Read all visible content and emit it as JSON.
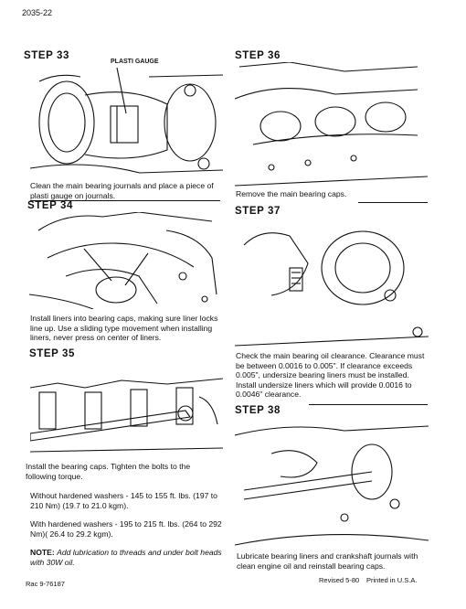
{
  "header": {
    "doc_number": "2035-22"
  },
  "steps": {
    "s33": {
      "label": "STEP 33",
      "callout": "PLASTI GAUGE",
      "text": "Clean the main bearing journals and place a piece of plasti gauge on journals."
    },
    "s34": {
      "label": "STEP 34",
      "text": "Install liners into bearing caps, making sure liner locks line up. Use a sliding type movement when installing liners, never press on center of liners."
    },
    "s35": {
      "label": "STEP 35",
      "text": "Install the bearing caps. Tighten the bolts to the following torque.",
      "torque_1": "Without hardened washers - 145 to 155 ft. lbs. (197 to 210 Nm) (19.7 to 21.0 kgm).",
      "torque_2": "With hardened washers - 195 to 215 ft. lbs. (264 to 292 Nm)( 26.4 to 29.2 kgm).",
      "note_label": "NOTE:",
      "note_text": "Add lubrication to threads and under bolt heads with 30W oil."
    },
    "s36": {
      "label": "STEP 36",
      "text": "Remove the main bearing caps."
    },
    "s37": {
      "label": "STEP 37",
      "text": "Check the main bearing oil clearance. Clearance must be between 0.0016 to 0.005\". If clearance exceeds 0.005\", undersize bearing liners must be installed. Install undersize liners which will provide 0.0016 to 0.0046\" clearance."
    },
    "s38": {
      "label": "STEP 38",
      "text": "Lubricate bearing liners and crankshaft journals with clean engine oil and reinstall bearing caps."
    }
  },
  "footer": {
    "left": "Rac 9-76187",
    "revised": "Revised 5-80",
    "printed": "Printed in U.S.A."
  }
}
